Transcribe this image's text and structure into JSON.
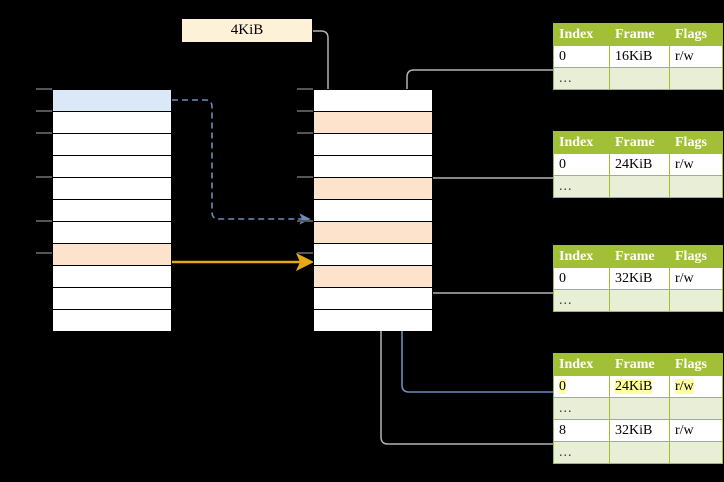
{
  "diagram": {
    "title_label": "4KiB",
    "page_tables": [
      {
        "name": "pml4-table",
        "headers": [
          "Index",
          "Frame",
          "Flags"
        ],
        "rows": [
          {
            "index": "0",
            "frame": "16KiB",
            "flags": "r/w",
            "highlight": false
          },
          {
            "index": "...",
            "frame": "",
            "flags": "",
            "dots": true
          }
        ]
      },
      {
        "name": "pdpt-table",
        "headers": [
          "Index",
          "Frame",
          "Flags"
        ],
        "rows": [
          {
            "index": "0",
            "frame": "24KiB",
            "flags": "r/w",
            "highlight": false
          },
          {
            "index": "...",
            "frame": "",
            "flags": "",
            "dots": true
          }
        ]
      },
      {
        "name": "pd-table",
        "headers": [
          "Index",
          "Frame",
          "Flags"
        ],
        "rows": [
          {
            "index": "0",
            "frame": "32KiB",
            "flags": "r/w",
            "highlight": false
          },
          {
            "index": "...",
            "frame": "",
            "flags": "",
            "dots": true
          }
        ]
      },
      {
        "name": "pt-table",
        "headers": [
          "Index",
          "Frame",
          "Flags"
        ],
        "rows": [
          {
            "index": "0",
            "frame": "24KiB",
            "flags": "r/w",
            "highlight": true
          },
          {
            "index": "...",
            "frame": "",
            "flags": "",
            "dots": true
          },
          {
            "index": "8",
            "frame": "32KiB",
            "flags": "r/w",
            "highlight": false
          },
          {
            "index": "...",
            "frame": "",
            "flags": "",
            "dots": true
          }
        ]
      }
    ],
    "left_column": {
      "name": "virtual-memory-column",
      "cell_count": 11,
      "highlights": [
        {
          "row": 1,
          "color": "#dbe8f8"
        },
        {
          "row": 8,
          "color": "#fde2cc"
        }
      ]
    },
    "middle_column": {
      "name": "physical-memory-column",
      "cell_count": 11,
      "highlights": [
        {
          "row": 2,
          "color": "#fde2cc"
        },
        {
          "row": 5,
          "color": "#fde2cc"
        },
        {
          "row": 7,
          "color": "#fde2cc"
        },
        {
          "row": 9,
          "color": "#fde2cc"
        }
      ]
    },
    "colors": {
      "table_header_green": "#a2c037",
      "table_dots_green": "#e9eed6",
      "table_border_green": "#9fc131",
      "highlight_blue": "#dbe8f8",
      "highlight_peach": "#fde2cc",
      "highlight_yellow": "#ffff9e",
      "label_cream": "#fdf2d8",
      "arrow_orange": "#e8a813",
      "arrow_blue": "#6b8cba",
      "arrow_gray": "#b3b3b3",
      "background": "#000000"
    }
  }
}
